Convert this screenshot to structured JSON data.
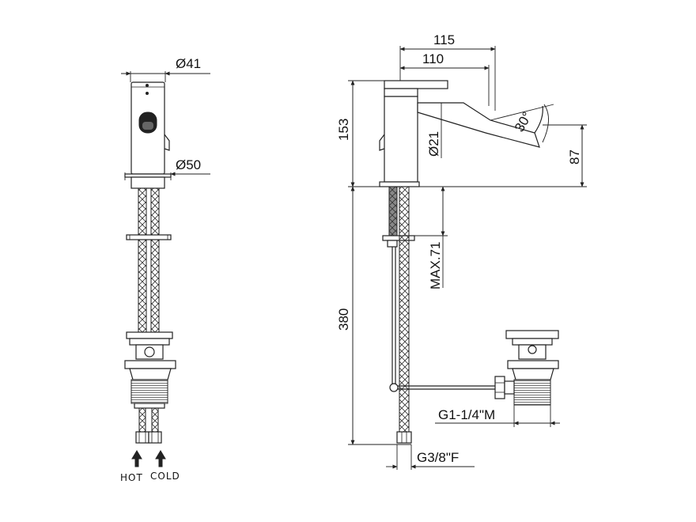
{
  "front_view": {
    "dim_diameter_top": "Ø41",
    "dim_diameter_base": "Ø50",
    "label_hot": "HOT",
    "label_cold": "COLD"
  },
  "side_view": {
    "dim_reach_outer": "115",
    "dim_reach_inner": "110",
    "dim_height_body": "153",
    "dim_body_diameter": "Ø21",
    "dim_spout_angle": "30°",
    "dim_spout_height": "87",
    "dim_under_height": "380",
    "dim_max_deck": "MAX.71",
    "dim_waste_thread": "G1-1/4\"M",
    "dim_hose_thread": "G3/8\"F"
  }
}
